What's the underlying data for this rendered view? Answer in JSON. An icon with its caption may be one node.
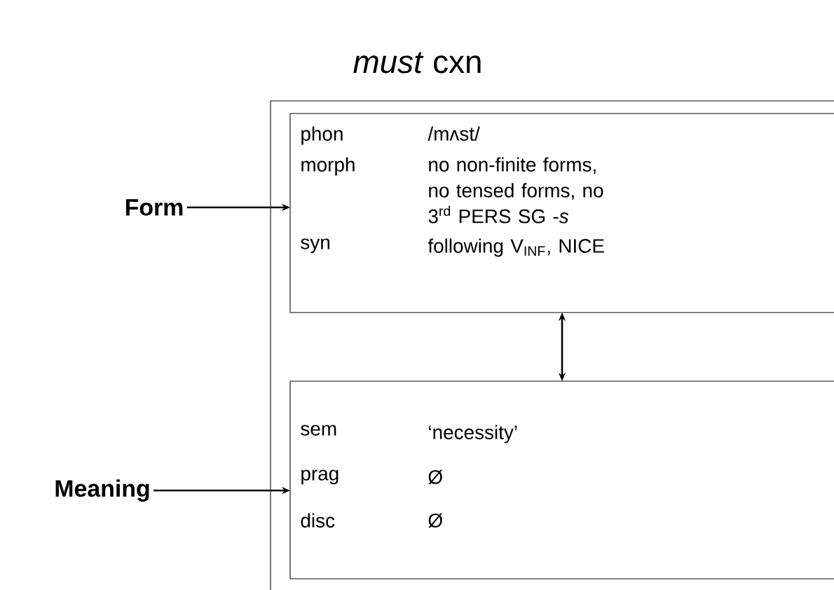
{
  "diagram": {
    "title": "*must* cxn",
    "nodes": [
      {
        "text": [],
        "shape": "box"
      },
      {
        "text": [
          "phon",
          "/mʌst/",
          "morph",
          "no non-finite forms, no tensed forms, no 3$^{rd}$ PERS SG -*s*",
          "syn",
          "following V$_{INF}$, NICE"
        ],
        "in": 0
      },
      {
        "text": [
          "sem",
          "‘necessity’",
          "prag",
          "Ø",
          "disc",
          "Ø"
        ],
        "in": 0
      },
      {
        "text": [
          "Form"
        ]
      },
      {
        "text": [
          "Meaning"
        ]
      }
    ],
    "edges": [
      {
        "from": 3,
        "to": 1,
        "arrow": "to"
      },
      {
        "from": 4,
        "to": 2,
        "arrow": "to"
      },
      {
        "from": 1,
        "to": 2,
        "arrow": "both"
      }
    ]
  }
}
